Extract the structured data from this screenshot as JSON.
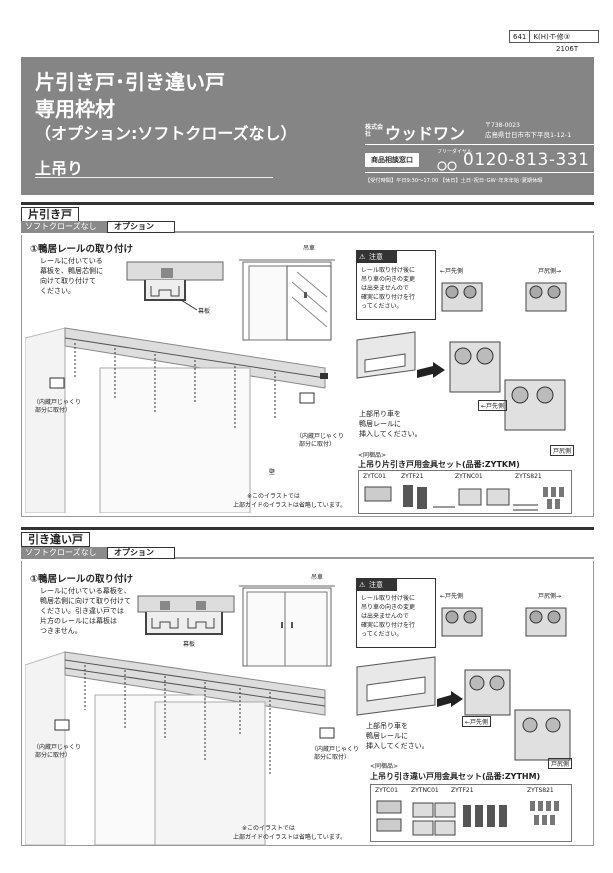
{
  "doc": {
    "number": "641",
    "code": "K(H)-T-修③",
    "date": "2106T"
  },
  "header": {
    "title_lines": [
      "片引き戸･引き違い戸",
      "専用枠材",
      "（オプション:ソフトクローズなし）"
    ],
    "subtitle": "上吊り",
    "company_prefix": "株式会社",
    "company_name": "ウッドワン",
    "postal": "〒738-0023",
    "address": "広島県廿日市市下平良1-12-1",
    "contact_label": "商品相談窓口",
    "freedial_label": "フリーダイヤル",
    "phone": "0120-813-331",
    "hours": "【受付時間】平日9:30～17:00 【休日】土日･祝日･GW･年末年始･夏期休暇"
  },
  "sections": [
    {
      "label": "片引き戸",
      "tab_left": "ソフトクローズなし",
      "tab_right": "オプション",
      "step": "①鴨居レールの取り付け",
      "instruction_lines": [
        "レールに付いている",
        "幕板を、鴨居芯側に",
        "向けて取り付けて",
        "ください。"
      ],
      "label_makuita": "幕板",
      "label_kamoi": "吊車",
      "label_stopper": [
        "（内蔵戸じゃくり",
        "部分に取付）"
      ],
      "caution_title": "注意",
      "caution_lines": [
        "レール取り付け後に",
        "吊り車の向きの変更",
        "は出来ませんので",
        "確実に取り付けを行",
        "ってください。"
      ],
      "dir_left": "←戸先側",
      "dir_right": "戸尻側→",
      "tag_tosaki": "←戸先側",
      "tag_tojiri": "戸尻側",
      "insert_lines": [
        "上部吊り車を",
        "鴨居レールに",
        "挿入してください。"
      ],
      "kit_note": "<同梱品>",
      "kit_title": "上吊り片引き戸用金具セット(品番:ZYTKM)",
      "parts": [
        "ZYTC01",
        "ZYTF21",
        "ZYTNC01",
        "ZYTS821"
      ],
      "note": [
        "※このイラストでは",
        "上部ガイドのイラストは省略しています。"
      ],
      "wall": "壁"
    },
    {
      "label": "引き違い戸",
      "tab_left": "ソフトクローズなし",
      "tab_right": "オプション",
      "step": "①鴨居レールの取り付け",
      "instruction_lines": [
        "レールに付いている幕板を、",
        "鴨居芯側に向けて取り付けて",
        "ください。引き違い戸では",
        "片方のレールには幕板は",
        "つきません。"
      ],
      "label_makuita": "幕板",
      "label_kamoi": "吊車",
      "label_stopper": [
        "（内蔵戸じゃくり",
        "部分に取付）"
      ],
      "caution_title": "注意",
      "caution_lines": [
        "レール取り付け後に",
        "吊り車の向きの変更",
        "は出来ませんので",
        "確実に取り付けを行",
        "ってください。"
      ],
      "dir_left": "←戸先側",
      "dir_right": "戸尻側→",
      "tag_tosaki": "←戸先側",
      "tag_tojiri": "戸尻側",
      "insert_lines": [
        "上部吊り車を",
        "鴨居レールに",
        "挿入してください。"
      ],
      "kit_note": "<同梱品>",
      "kit_title": "上吊り引き違い戸用金具セット(品番:ZYTHM)",
      "parts": [
        "ZYTC01",
        "ZYTNC01",
        "ZYTF21",
        "ZYTS821"
      ],
      "note": [
        "※このイラストでは",
        "上部ガイドのイラストは省略しています。"
      ]
    }
  ],
  "colors": {
    "header_bg": "#858586",
    "tab_bg": "#8a8a8a",
    "caution_bg": "#333333"
  }
}
